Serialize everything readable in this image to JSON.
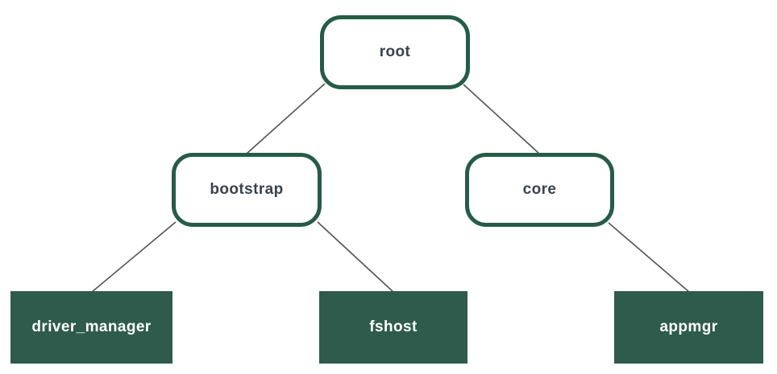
{
  "diagram": {
    "type": "tree",
    "colors": {
      "node_border_green": "#265c47",
      "node_fill_green": "#2e5b4b",
      "node_text_dark": "#39434d",
      "node_text_light": "#ffffff",
      "edge_gray": "#57524f",
      "background": "#ffffff"
    },
    "nodes": [
      {
        "id": "root",
        "label": "root",
        "level": 0,
        "style": "outlined",
        "parent": null
      },
      {
        "id": "bootstrap",
        "label": "bootstrap",
        "level": 1,
        "style": "outlined",
        "parent": "root"
      },
      {
        "id": "core",
        "label": "core",
        "level": 1,
        "style": "outlined",
        "parent": "root"
      },
      {
        "id": "driver_manager",
        "label": "driver_manager",
        "level": 2,
        "style": "filled",
        "parent": "bootstrap"
      },
      {
        "id": "fshost",
        "label": "fshost",
        "level": 2,
        "style": "filled",
        "parent": "bootstrap"
      },
      {
        "id": "appmgr",
        "label": "appmgr",
        "level": 2,
        "style": "filled",
        "parent": "core"
      }
    ],
    "edges": [
      {
        "from": "root",
        "to": "bootstrap"
      },
      {
        "from": "root",
        "to": "core"
      },
      {
        "from": "bootstrap",
        "to": "driver_manager"
      },
      {
        "from": "bootstrap",
        "to": "fshost"
      },
      {
        "from": "core",
        "to": "appmgr"
      }
    ]
  }
}
